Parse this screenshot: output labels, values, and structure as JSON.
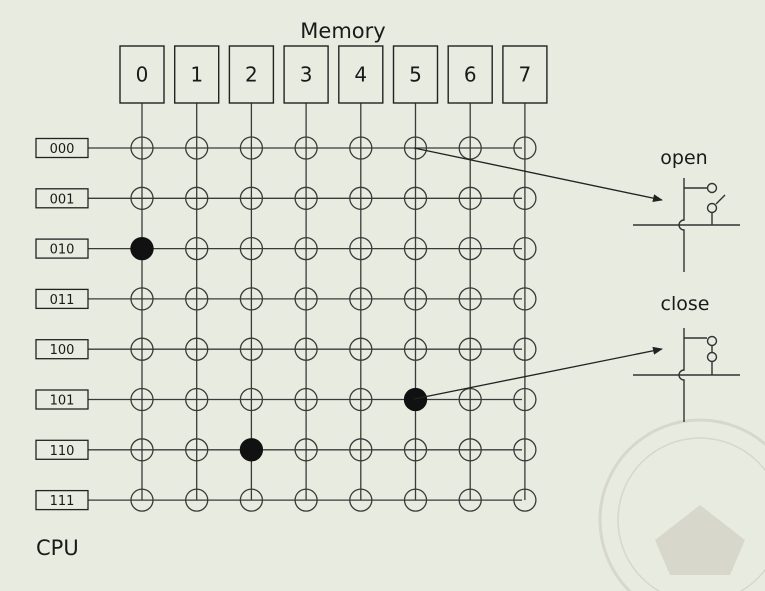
{
  "memory_title": "Memory",
  "memory_modules": [
    "0",
    "1",
    "2",
    "3",
    "4",
    "5",
    "6",
    "7"
  ],
  "cpu_addresses": [
    "000",
    "001",
    "010",
    "011",
    "100",
    "101",
    "110",
    "111"
  ],
  "cpu_label": "CPU",
  "open_label": "open",
  "close_label": "close",
  "closed_connections": [
    {
      "cpu": "010",
      "memory": "0"
    },
    {
      "cpu": "101",
      "memory": "5"
    },
    {
      "cpu": "110",
      "memory": "2"
    }
  ],
  "colors": {
    "background": "#e8ebe0",
    "line": "#3a3a3a",
    "closed_node": "#111111"
  }
}
